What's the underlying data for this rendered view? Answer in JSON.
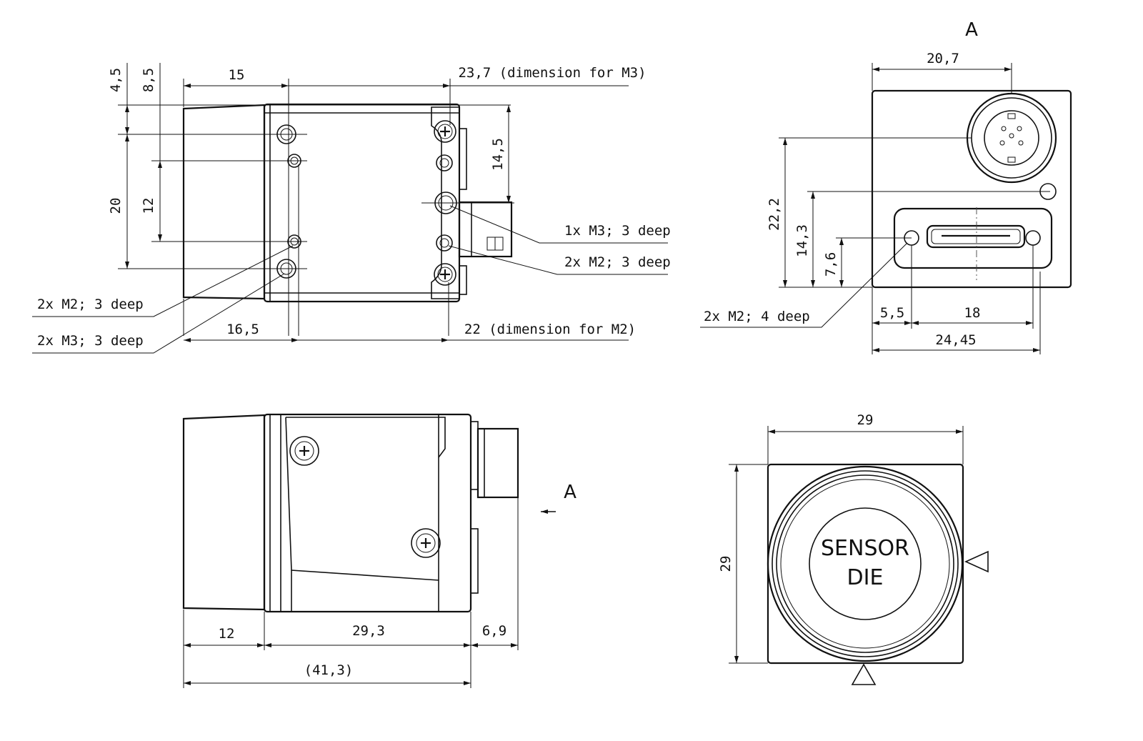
{
  "top_view": {
    "dims": {
      "d4_5": "4,5",
      "d8_5": "8,5",
      "d15": "15",
      "d23_7": "23,7 (dimension for M3)",
      "d14_5": "14,5",
      "d20": "20",
      "d12": "12",
      "d16_5": "16,5",
      "d22": "22 (dimension for M2)"
    },
    "callouts": {
      "m3_right": "1x M3; 3 deep",
      "m2_right": "2x M2; 3 deep",
      "m2_left": "2x M2; 3 deep",
      "m3_left": "2x M3; 3 deep"
    }
  },
  "rear_view": {
    "view_letter": "A",
    "dims": {
      "d20_7": "20,7",
      "d22_2": "22,2",
      "d14_3": "14,3",
      "d7_6": "7,6",
      "d5_5": "5,5",
      "d18": "18",
      "d24_45": "24,45"
    },
    "callouts": {
      "m2_4deep": "2x M2; 4 deep"
    }
  },
  "side_view": {
    "arrow_letter": "A",
    "dims": {
      "d12": "12",
      "d29_3": "29,3",
      "d6_9": "6,9",
      "d41_3": "(41,3)"
    }
  },
  "front_view": {
    "dims": {
      "width": "29",
      "height": "29"
    },
    "sensor_line1": "SENSOR",
    "sensor_line2": "DIE"
  }
}
